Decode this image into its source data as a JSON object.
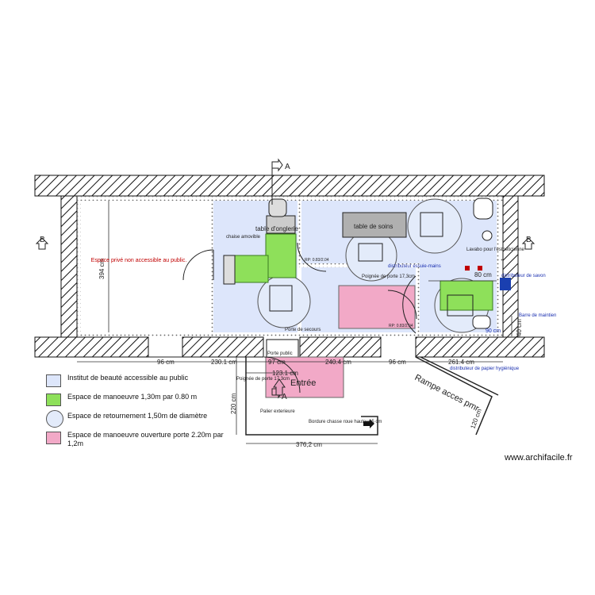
{
  "section_markers": {
    "a": "A",
    "b": "B"
  },
  "rooms": {
    "private_space": "Espace privé non accessible au public.",
    "nail_table": "table d'onglerie",
    "removable_chair": "chaise amovible",
    "treatment_table": "table de soins",
    "door_rp_1": "RP: 0.83/2.04",
    "door_rp_2": "RP: 0.83/2.04",
    "door_emergency": "Porte de secours",
    "door_handle_1": "Poignée de porte 17,3cm",
    "door_handle_2": "Poignée de porte 17,3cm",
    "sink": "Lavabo pour l'esthéticienne",
    "soap_dispenser": "distributeur de savon",
    "grab_bar": "Barre de maintien",
    "toilet_paper": "distributeur de papier hygiénique",
    "hand_dryer": "distributeur essuie-mains",
    "public_door": "Porte public",
    "entry": "Entrée",
    "landing": "Palier exterieure",
    "curb": "Bordure chasse roue hauteur 5 cm",
    "ramp": "Rampe acces pmr"
  },
  "dimensions": {
    "height_room": "394 cm",
    "d96_left": "96 cm",
    "d230": "230.1 cm",
    "d97": "97 cm",
    "d240": "240.4 cm",
    "d96_right": "96 cm",
    "d261": "261.4 cm",
    "d123": "123.1 cm",
    "d220": "220 cm",
    "d376": "376,2 cm",
    "d120": "120 cm",
    "d80": "80 cm",
    "d40": "40 cm",
    "d90": "90 cm"
  },
  "legend": [
    {
      "label": "Institut de beauté accessible au public",
      "color": "#dde6fb"
    },
    {
      "label": "Espace de manoeuvre 1,30m par 0.80 m",
      "color": "#8ee05a"
    },
    {
      "label": "Espace de retournement 1,50m de diamètre",
      "color": "#e3ebfa"
    },
    {
      "label": "Espace de manoeuvre ouverture porte 2.20m par 1,2m",
      "color": "#f2a9c7"
    }
  ],
  "watermark": "www.archifacile.fr",
  "colors": {
    "wall_hatch": "#111111",
    "public_area": "#dde6fb",
    "maneuver": "#8ee05a",
    "door_space": "#f2a9c7",
    "table": "#b0b0b0"
  }
}
